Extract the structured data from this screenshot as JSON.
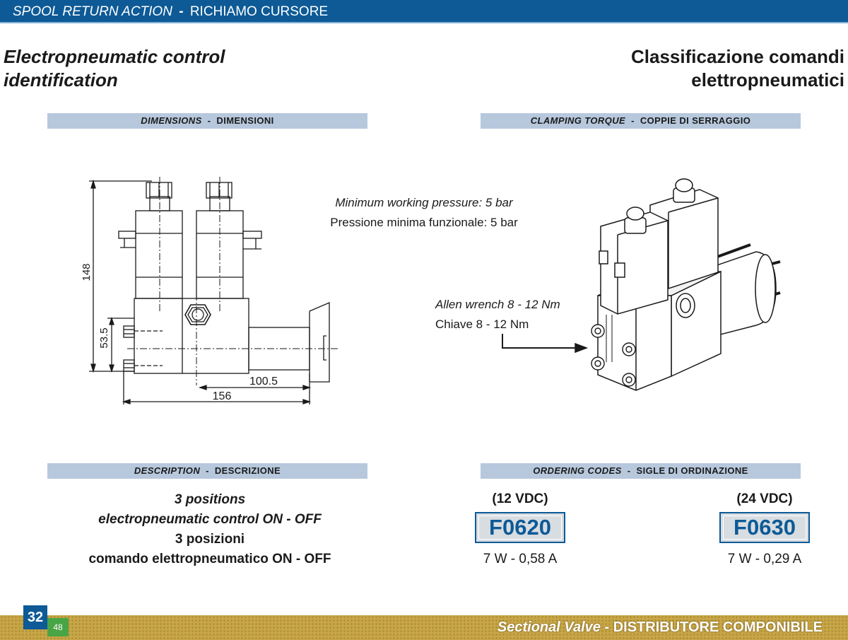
{
  "header": {
    "title_en": "SPOOL RETURN ACTION",
    "separator": "-",
    "title_it": "RICHIAMO CURSORE"
  },
  "title": {
    "en_line1": "Electropneumatic control",
    "en_line2": "identification",
    "it_line1": "Classificazione comandi",
    "it_line2": "elettropneumatici"
  },
  "sections": {
    "dimensions": {
      "en": "DIMENSIONS",
      "sep": "-",
      "it": "DIMENSIONI"
    },
    "clamping": {
      "en": "CLAMPING TORQUE",
      "sep": "-",
      "it": "COPPIE DI SERRAGGIO"
    },
    "description": {
      "en": "DESCRIPTION",
      "sep": "-",
      "it": "DESCRIZIONE"
    },
    "ordering": {
      "en": "ORDERING CODES",
      "sep": "-",
      "it": "SIGLE DI ORDINAZIONE"
    }
  },
  "drawing": {
    "dim_148": "148",
    "dim_53_5": "53.5",
    "dim_100_5": "100.5",
    "dim_156": "156"
  },
  "pressure": {
    "en": "Minimum working pressure: 5 bar",
    "it": "Pressione minima funzionale: 5 bar"
  },
  "torque": {
    "en": "Allen wrench 8 - 12 Nm",
    "it": "Chiave 8 - 12 Nm"
  },
  "description": {
    "line1": "3 positions",
    "line2": "electropneumatic control ON - OFF",
    "line3": "3 posizioni",
    "line4": "comando elettropneumatico ON - OFF"
  },
  "ordering": [
    {
      "voltage": "(12 VDC)",
      "code": "F0620",
      "power": "7 W - 0,58 A"
    },
    {
      "voltage": "(24 VDC)",
      "code": "F0630",
      "power": "7 W - 0,29 A"
    }
  ],
  "footer": {
    "en": "Sectional Valve",
    "sep": "-",
    "it": "DISTRIBUTORE COMPONIBILE",
    "page": "32",
    "page_small": "48"
  },
  "colors": {
    "brand_blue": "#0d5a96",
    "section_bar": "#b7c8dd",
    "footer_gold": "#c7a648",
    "page_green": "#49a446"
  }
}
